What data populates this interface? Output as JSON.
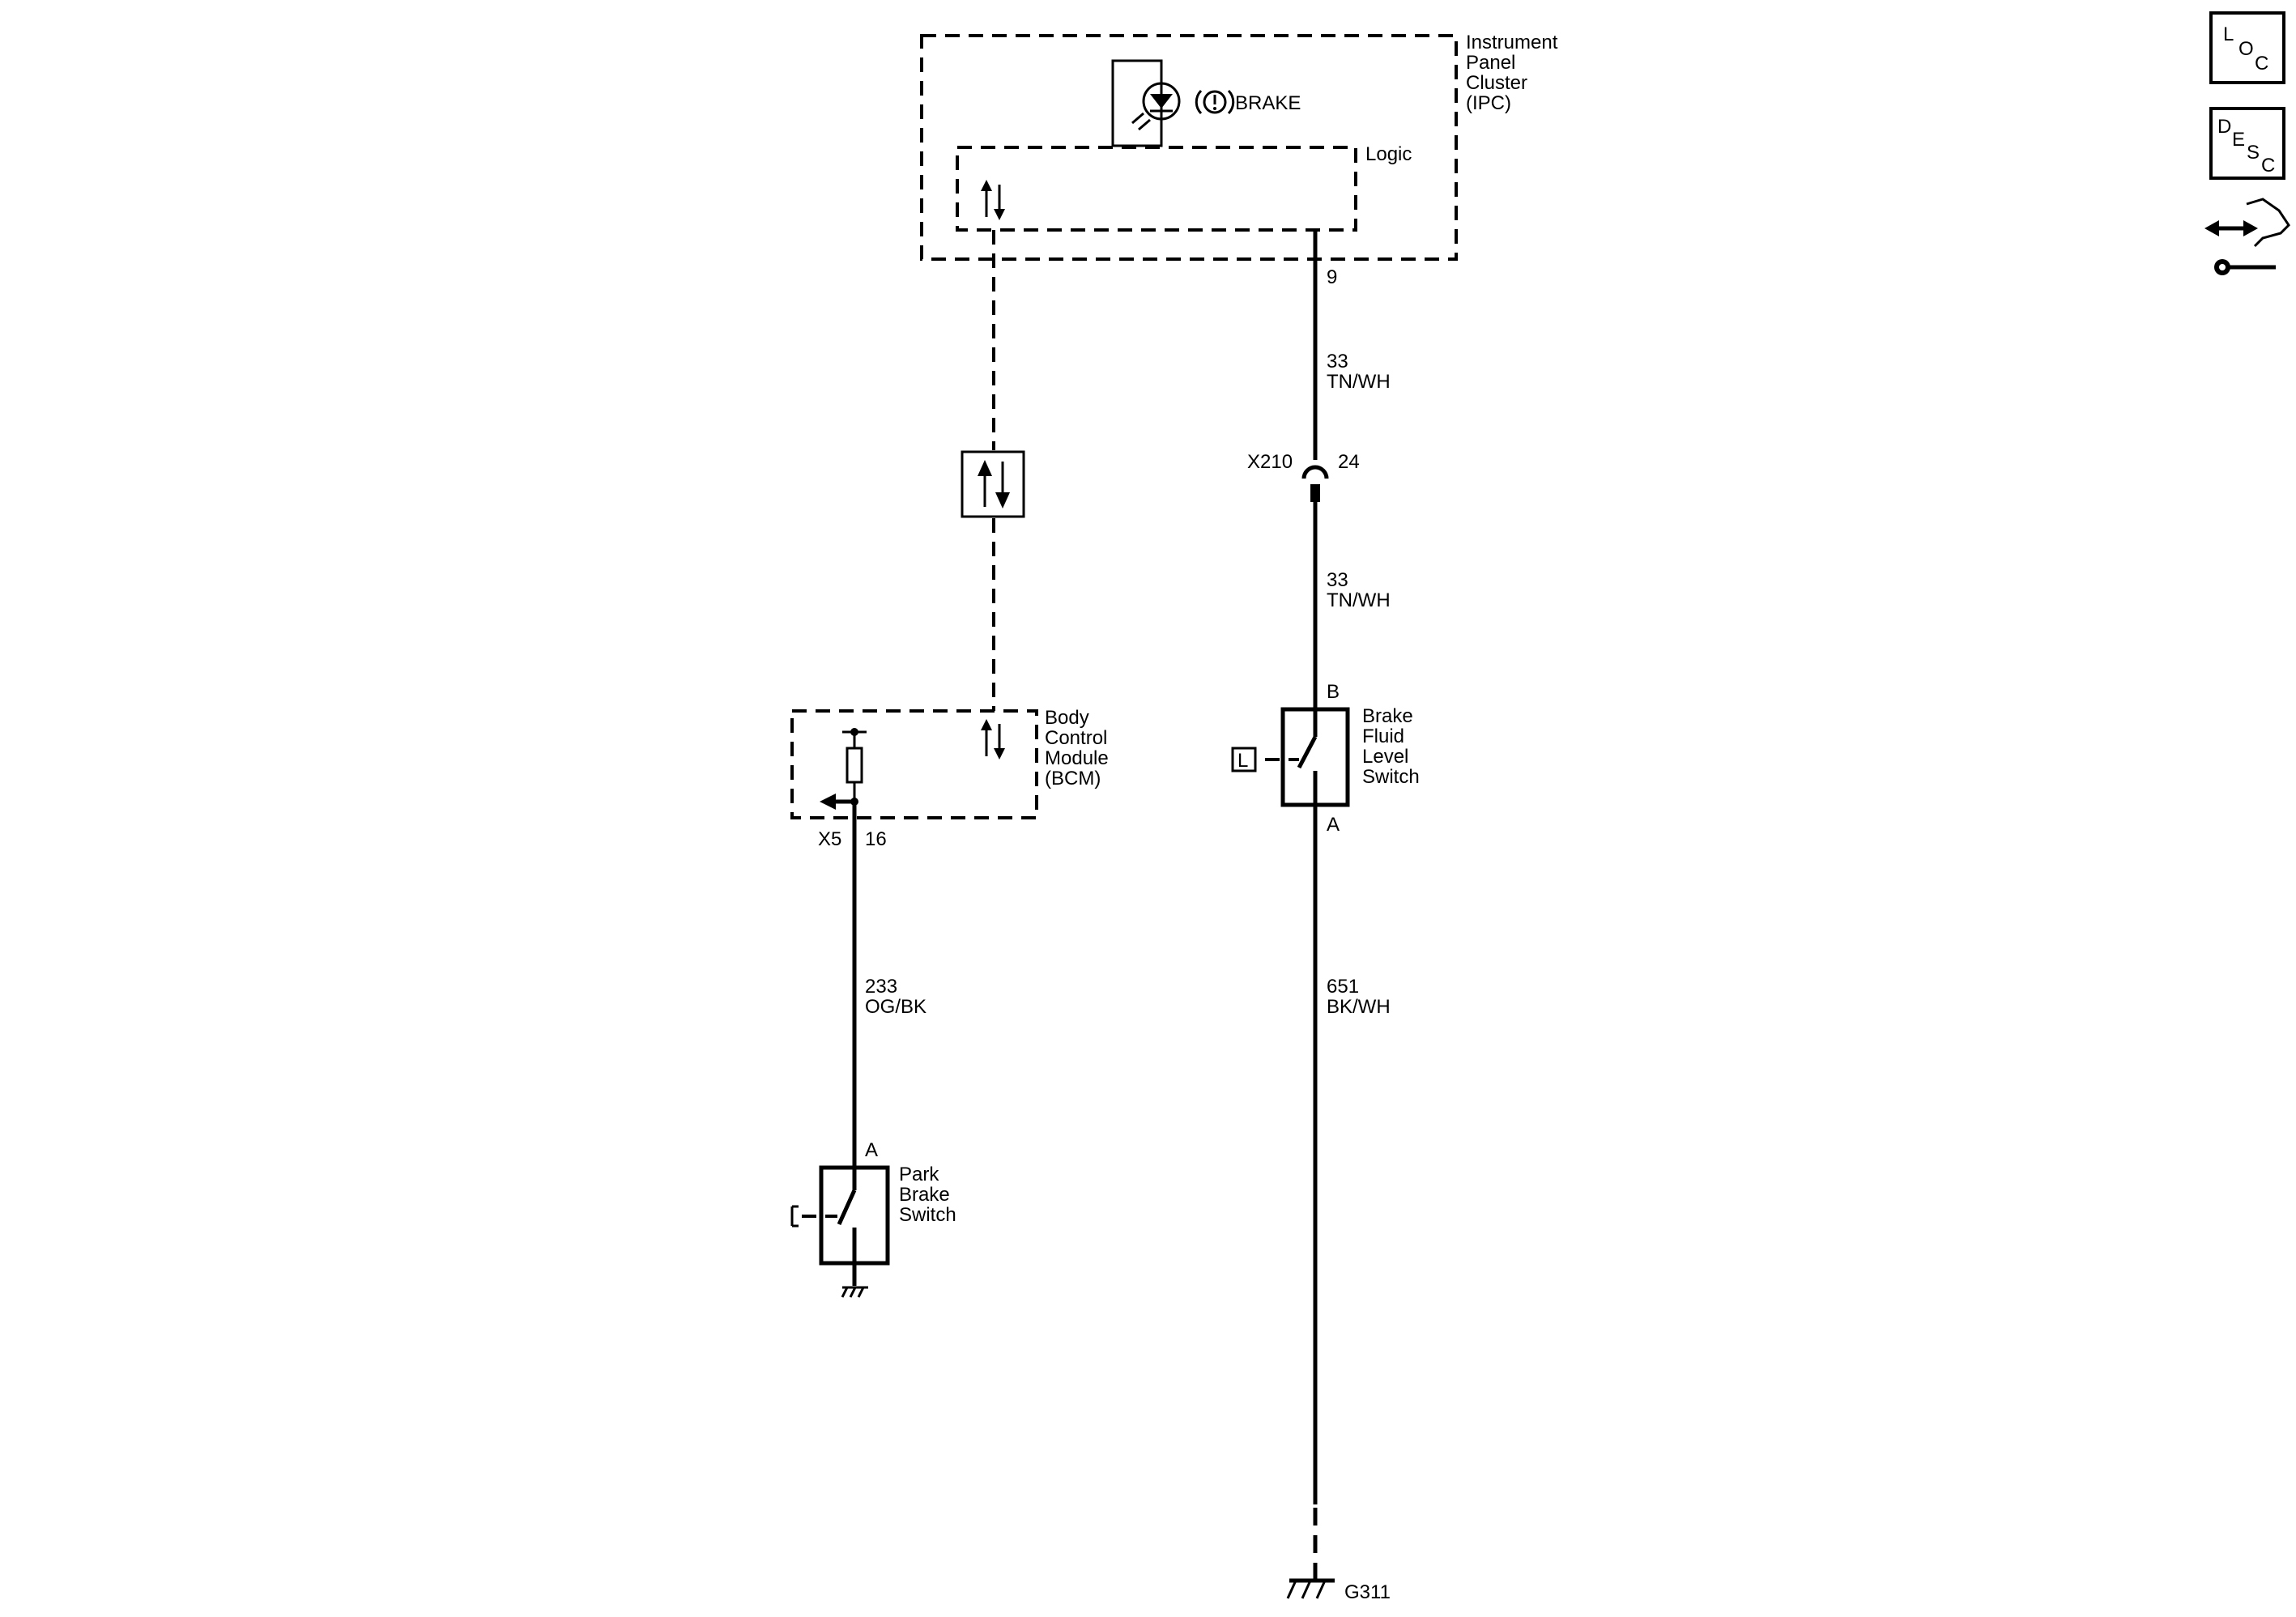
{
  "ipc": {
    "name_lines": [
      "Instrument",
      "Panel",
      "Cluster",
      "(IPC)"
    ],
    "indicator_label": "BRAKE",
    "logic_label": "Logic",
    "pin": "9"
  },
  "bcm": {
    "name_lines": [
      "Body",
      "Control",
      "Module",
      "(BCM)"
    ],
    "connector": "X5",
    "pin": "16"
  },
  "wires": {
    "ipc_to_x210": {
      "circuit": "33",
      "color": "TN/WH"
    },
    "x210_to_fluid_switch": {
      "circuit": "33",
      "color": "TN/WH"
    },
    "fluid_switch_to_ground": {
      "circuit": "651",
      "color": "BK/WH"
    },
    "bcm_to_park_switch": {
      "circuit": "233",
      "color": "OG/BK"
    }
  },
  "inline_connector": {
    "name": "X210",
    "pin": "24"
  },
  "brake_fluid_switch": {
    "name_lines": [
      "Brake",
      "Fluid",
      "Level",
      "Switch"
    ],
    "pin_top": "B",
    "pin_bottom": "A",
    "location_tag": "L"
  },
  "park_brake_switch": {
    "name_lines": [
      "Park",
      "Brake",
      "Switch"
    ],
    "pin_top": "A"
  },
  "ground": {
    "name": "G311"
  },
  "side_icons": {
    "loc": {
      "letters": [
        "L",
        "O",
        "C"
      ],
      "icon": "location-icon"
    },
    "desc": {
      "letters": [
        "D",
        "E",
        "S",
        "C"
      ],
      "icon": "description-icon"
    },
    "connector_icon": "connector-repair-icon"
  }
}
